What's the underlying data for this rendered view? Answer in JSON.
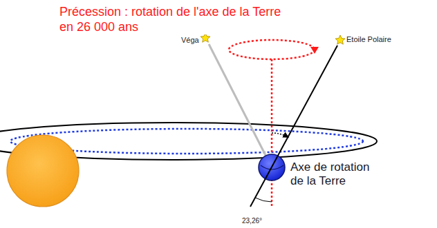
{
  "diagram": {
    "title": "Précession : rotation de l'axe de la Terre en 26 000 ans",
    "labels": [
      "Véga",
      "Etoile Polaire",
      "Axe de rotation de la Terre",
      "23,26°"
    ]
  }
}
